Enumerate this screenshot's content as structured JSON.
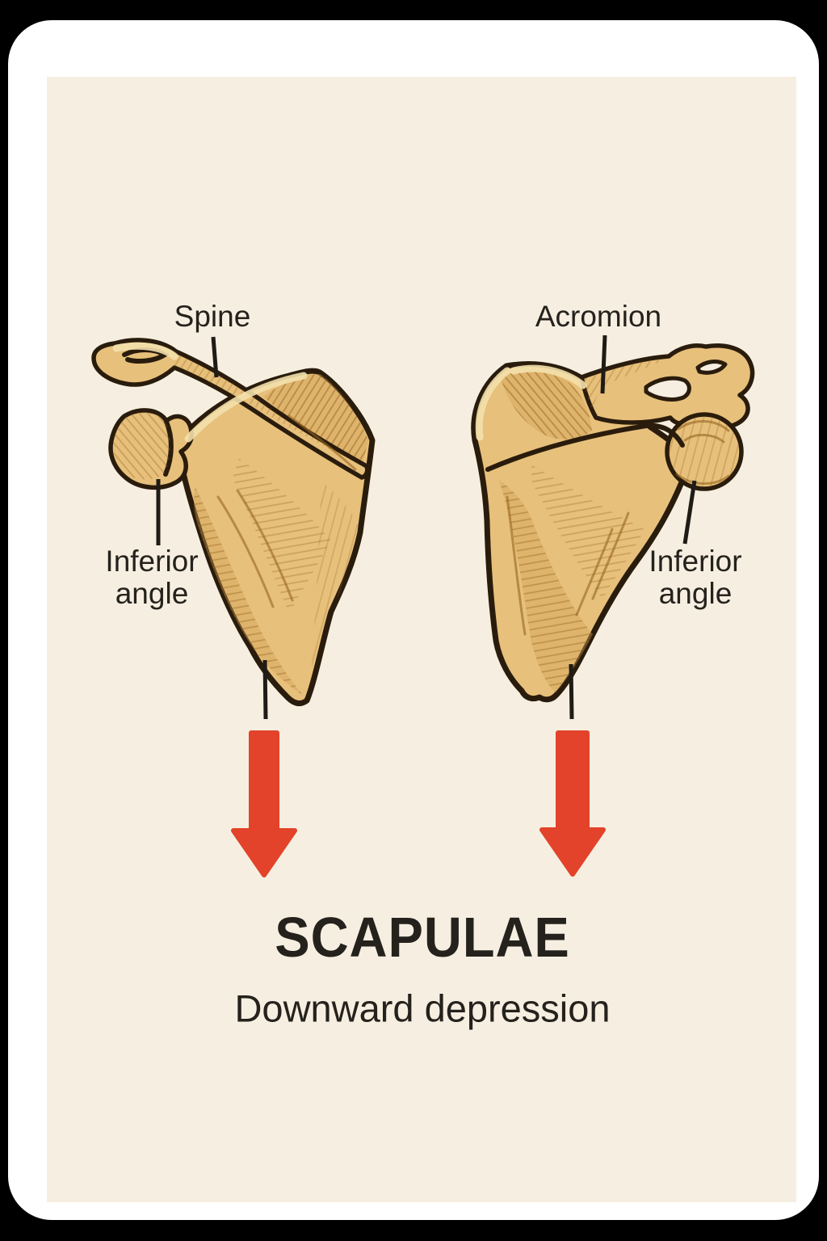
{
  "poster": {
    "title": "SCAPULAE",
    "subtitle": "Downward depression",
    "labels": {
      "spine": "Spine",
      "acromion": "Acromion",
      "inferior_angle_left": "Inferior angle",
      "inferior_angle_right": "Inferior angle"
    }
  },
  "colors": {
    "background": "#000000",
    "card": "#ffffff",
    "panel": "#f6efe1",
    "arrow_red": "#e2432a",
    "bone_base": "#e7c07b",
    "bone_highlight": "#f3e0ac",
    "bone_shade": "#d2a055",
    "bone_hatch": "#96661f",
    "outline": "#2a1c0c",
    "text": "#25221d",
    "leader": "#1f1b16"
  }
}
